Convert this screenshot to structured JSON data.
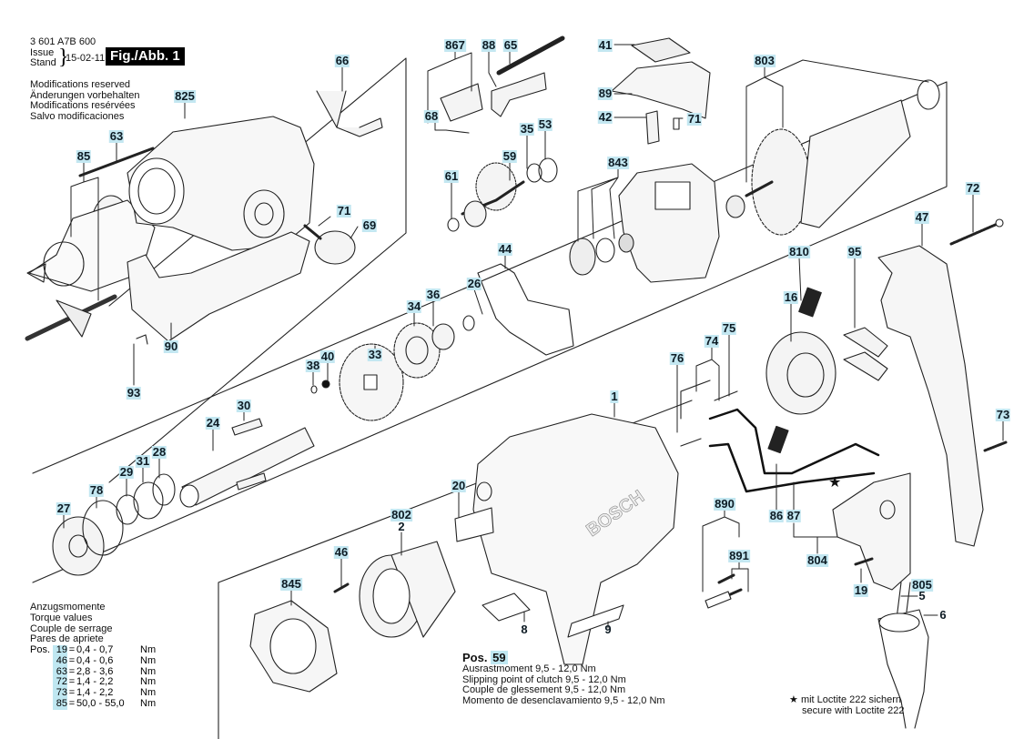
{
  "header": {
    "document_number": "3 601 A7B 600",
    "issue_label_en": "Issue",
    "issue_label_de": "Stand",
    "issue_date": "15-02-11",
    "figure_label": "Fig./Abb. 1"
  },
  "modifications_notice": [
    "Modifications reserved",
    "Änderungen vorbehalten",
    "Modifications resérvées",
    "Salvo modificaciones"
  ],
  "torque_table": {
    "titles": [
      "Anzugsmomente",
      "Torque values",
      "Couple de serrage",
      "Pares de apriete"
    ],
    "pos_label": "Pos.",
    "rows": [
      {
        "pos": "19",
        "range": "0,4 -  0,7",
        "unit": "Nm"
      },
      {
        "pos": "46",
        "range": "0,4 -  0,6",
        "unit": "Nm"
      },
      {
        "pos": "63",
        "range": "2,8 -  3,6",
        "unit": "Nm"
      },
      {
        "pos": "72",
        "range": "1,4 -  2,2",
        "unit": "Nm"
      },
      {
        "pos": "73",
        "range": "1,4 -  2,2",
        "unit": "Nm"
      },
      {
        "pos": "85",
        "range": "50,0 - 55,0",
        "unit": "Nm"
      }
    ]
  },
  "clutch_note": {
    "pos_label": "Pos.",
    "pos_number": "59",
    "lines": [
      "Ausrastmoment  9,5 - 12,0 Nm",
      "Slipping point of clutch  9,5 - 12,0 Nm",
      "Couple de glessement  9,5 - 12,0 Nm",
      "Momento de desenclavamiento  9,5 - 12,0 Nm"
    ]
  },
  "loctite_note": {
    "symbol": "★",
    "lines": [
      "mit Loctite 222 sichern",
      "secure with Loctite 222"
    ]
  },
  "brand_on_housing": "BOSCH",
  "part_labels": [
    {
      "id": "825",
      "highlight": true
    },
    {
      "id": "63",
      "highlight": true
    },
    {
      "id": "85",
      "highlight": true
    },
    {
      "id": "66",
      "highlight": true
    },
    {
      "id": "71a",
      "text": "71",
      "highlight": true
    },
    {
      "id": "69",
      "highlight": true
    },
    {
      "id": "90",
      "highlight": true
    },
    {
      "id": "93",
      "highlight": true
    },
    {
      "id": "867",
      "highlight": true
    },
    {
      "id": "88",
      "highlight": true
    },
    {
      "id": "65",
      "highlight": true
    },
    {
      "id": "68",
      "highlight": true
    },
    {
      "id": "35",
      "highlight": true
    },
    {
      "id": "53",
      "highlight": true
    },
    {
      "id": "59",
      "highlight": true
    },
    {
      "id": "61",
      "highlight": true
    },
    {
      "id": "41",
      "highlight": true
    },
    {
      "id": "89",
      "highlight": true
    },
    {
      "id": "42",
      "highlight": true
    },
    {
      "id": "71b",
      "text": "71",
      "highlight": true
    },
    {
      "id": "843",
      "highlight": true
    },
    {
      "id": "803",
      "highlight": true
    },
    {
      "id": "72",
      "highlight": true
    },
    {
      "id": "47",
      "highlight": true
    },
    {
      "id": "44",
      "highlight": true
    },
    {
      "id": "26",
      "highlight": true
    },
    {
      "id": "36",
      "highlight": true
    },
    {
      "id": "34",
      "highlight": true
    },
    {
      "id": "33",
      "highlight": true
    },
    {
      "id": "40",
      "highlight": true
    },
    {
      "id": "38",
      "highlight": true
    },
    {
      "id": "30",
      "highlight": true
    },
    {
      "id": "24",
      "highlight": true
    },
    {
      "id": "28",
      "highlight": true
    },
    {
      "id": "31",
      "highlight": true
    },
    {
      "id": "29",
      "highlight": true
    },
    {
      "id": "78",
      "highlight": true
    },
    {
      "id": "27",
      "highlight": true
    },
    {
      "id": "1",
      "highlight": true
    },
    {
      "id": "20",
      "highlight": true
    },
    {
      "id": "802",
      "highlight": true
    },
    {
      "id": "2",
      "highlight": false
    },
    {
      "id": "46",
      "highlight": true
    },
    {
      "id": "845",
      "highlight": true
    },
    {
      "id": "8",
      "highlight": false
    },
    {
      "id": "9",
      "highlight": false
    },
    {
      "id": "810",
      "highlight": true
    },
    {
      "id": "16",
      "highlight": true
    },
    {
      "id": "95",
      "highlight": true
    },
    {
      "id": "74",
      "highlight": true
    },
    {
      "id": "75",
      "highlight": true
    },
    {
      "id": "76",
      "highlight": true
    },
    {
      "id": "86",
      "highlight": true
    },
    {
      "id": "87",
      "highlight": true
    },
    {
      "id": "890",
      "highlight": true
    },
    {
      "id": "891",
      "highlight": true
    },
    {
      "id": "804",
      "highlight": true
    },
    {
      "id": "19",
      "highlight": true
    },
    {
      "id": "805",
      "highlight": true
    },
    {
      "id": "5",
      "highlight": false
    },
    {
      "id": "6",
      "highlight": false
    },
    {
      "id": "73",
      "highlight": true
    }
  ]
}
